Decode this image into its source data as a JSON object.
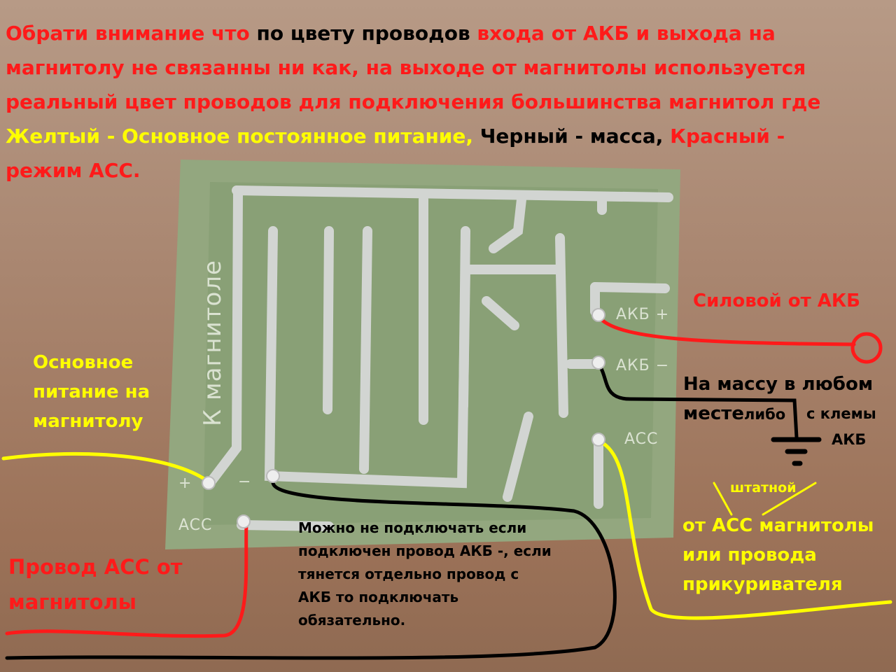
{
  "header": {
    "line1": [
      {
        "text": "Обрати внимание что ",
        "color": "#ff1a1a"
      },
      {
        "text": " по цвету проводов ",
        "color": "#000000"
      },
      {
        "text": "входа от АКБ и выхода на",
        "color": "#ff1a1a"
      }
    ],
    "line2": "магнитолу не связанны ни как, на выходе  от магнитолы используется",
    "line3": "реальный цвет проводов для подключения большинства магнитол где",
    "line4": [
      {
        "text": "Желтый - Основное постоянное питание, ",
        "color": "#ffff00"
      },
      {
        "text": "Черный - масса, ",
        "color": "#000000"
      },
      {
        "text": "Красный -",
        "color": "#ff1a1a"
      }
    ],
    "line5": "режим АСС."
  },
  "pcb_labels": {
    "to_radio": "К магнитоле",
    "akb_plus": "АКБ +",
    "akb_minus": "АКБ −",
    "acc_right": "ACC",
    "plus": "+",
    "minus": "−",
    "acc_left": "ACC"
  },
  "annotations": {
    "power_from_akb": "Силовой от АКБ",
    "main_power_1": "Основное",
    "main_power_2": "питание на",
    "main_power_3": "магнитолу",
    "ground_1": "На массу в любом",
    "ground_2a": "месте",
    "ground_2b": "либо",
    "ground_2c": "с клемы",
    "ground_3": "АКБ",
    "stock": "штатной",
    "acc_src_1": "от АСС магнитолы",
    "acc_src_2": "или провода",
    "acc_src_3": "прикуривателя",
    "acc_wire_1": "Провод АСС от",
    "acc_wire_2": "магнитолы",
    "note_1": "Можно не подключать если",
    "note_2": "подключен провод АКБ -, если",
    "note_3": "тянется отдельно провод с",
    "note_4": "АКБ то подключать",
    "note_5": "обязательно."
  },
  "colors": {
    "red": "#ff1a1a",
    "yellow": "#ffff00",
    "black": "#000000",
    "pcb": "#8fa57a",
    "trace": "#c9ccc8"
  }
}
